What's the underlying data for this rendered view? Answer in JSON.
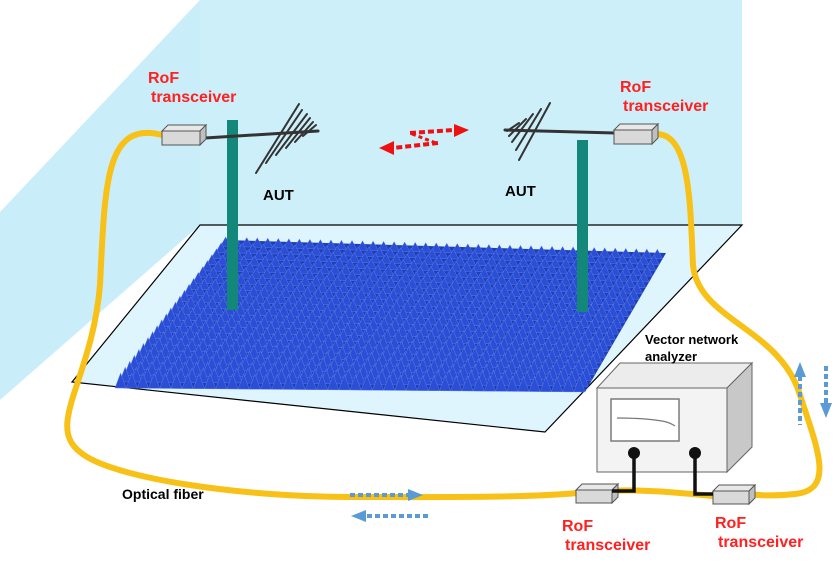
{
  "labels": {
    "rof_top_left": [
      "RoF",
      "transceiver"
    ],
    "rof_top_right": [
      "RoF",
      "transceiver"
    ],
    "rof_bottom_left": [
      "RoF",
      "transceiver"
    ],
    "rof_bottom_right": [
      "RoF",
      "transceiver"
    ],
    "aut_left": "AUT",
    "aut_right": "AUT",
    "vna": [
      "Vector network",
      "analyzer"
    ],
    "optical_fiber": "Optical fiber"
  },
  "colors": {
    "chamber_wall": "#c9eef9",
    "chamber_floor": "#dff5fd",
    "absorber": "#2a4fd6",
    "mast": "#13877a",
    "fiber": "#f7c117",
    "label_red": "#ff2020",
    "signal_arrow_red": "#ee1111",
    "signal_arrow_blue": "#5b9bd5"
  }
}
